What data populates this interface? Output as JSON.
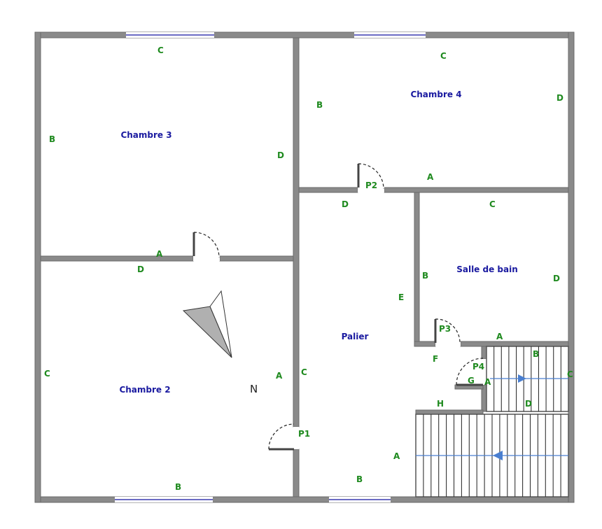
{
  "rooms": {
    "chambre3": "Chambre 3",
    "chambre4": "Chambre 4",
    "chambre2": "Chambre 2",
    "salle_de_bain": "Salle de bain",
    "palier": "Palier"
  },
  "doors": {
    "p1": "P1",
    "p2": "P2",
    "p3": "P3",
    "p4": "P4"
  },
  "compass": {
    "north": "N"
  },
  "walls": {
    "chambre3": {
      "a": "A",
      "b": "B",
      "c": "C",
      "d": "D"
    },
    "chambre4": {
      "a": "A",
      "b": "B",
      "c": "C",
      "d": "D"
    },
    "chambre2": {
      "a": "A",
      "b": "B",
      "c": "C",
      "d": "D"
    },
    "salle_de_bain": {
      "a": "A",
      "b": "B",
      "c": "C",
      "d": "D"
    },
    "palier": {
      "a": "A",
      "b": "B",
      "c": "C",
      "d": "D",
      "e": "E",
      "f": "F",
      "g": "G",
      "h": "H"
    },
    "stair_upper": {
      "a": "A",
      "b": "B",
      "c": "C",
      "d": "D"
    }
  },
  "colors": {
    "room_label": "#1a1aa0",
    "wall_label": "#1f8a1f",
    "wall": "#8a8a8a",
    "window": "#3a3ab0",
    "stair_arrow": "#4a7fd0"
  }
}
